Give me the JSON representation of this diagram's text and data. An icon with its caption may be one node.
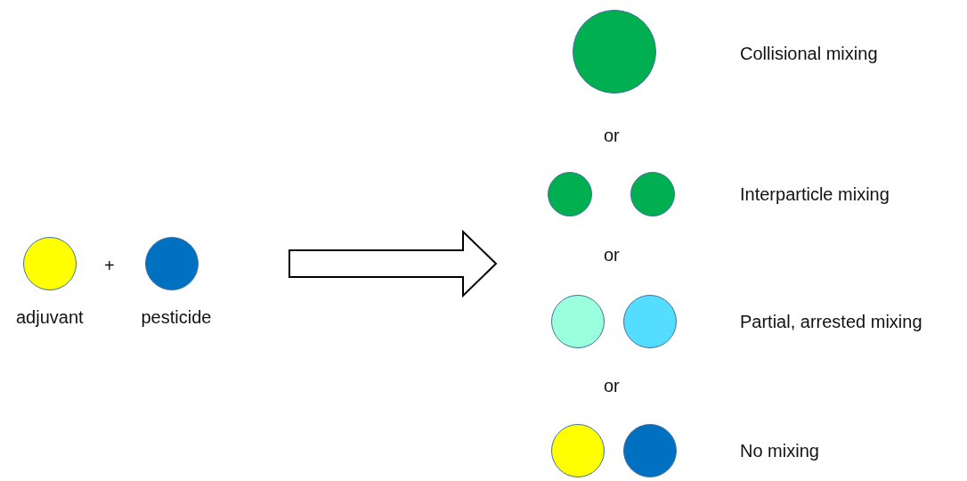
{
  "diagram": {
    "nodes": [
      {
        "text": [],
        "shape": "circle"
      },
      {
        "text": [],
        "shape": "circle"
      },
      {
        "text": [],
        "shape": "circle"
      },
      {
        "text": [],
        "shape": "circle"
      },
      {
        "text": [],
        "shape": "circle"
      },
      {
        "text": [],
        "shape": "circle"
      },
      {
        "text": [],
        "shape": "circle"
      },
      {
        "text": [],
        "shape": "circle"
      },
      {
        "text": [],
        "shape": "circle"
      }
    ],
    "labels": [
      "Collisional mixing",
      "or",
      "Interparticle mixing",
      "+",
      "or",
      "Partial, arrested mixing",
      "adjuvant",
      "pesticide",
      "or",
      "No mixing"
    ]
  }
}
